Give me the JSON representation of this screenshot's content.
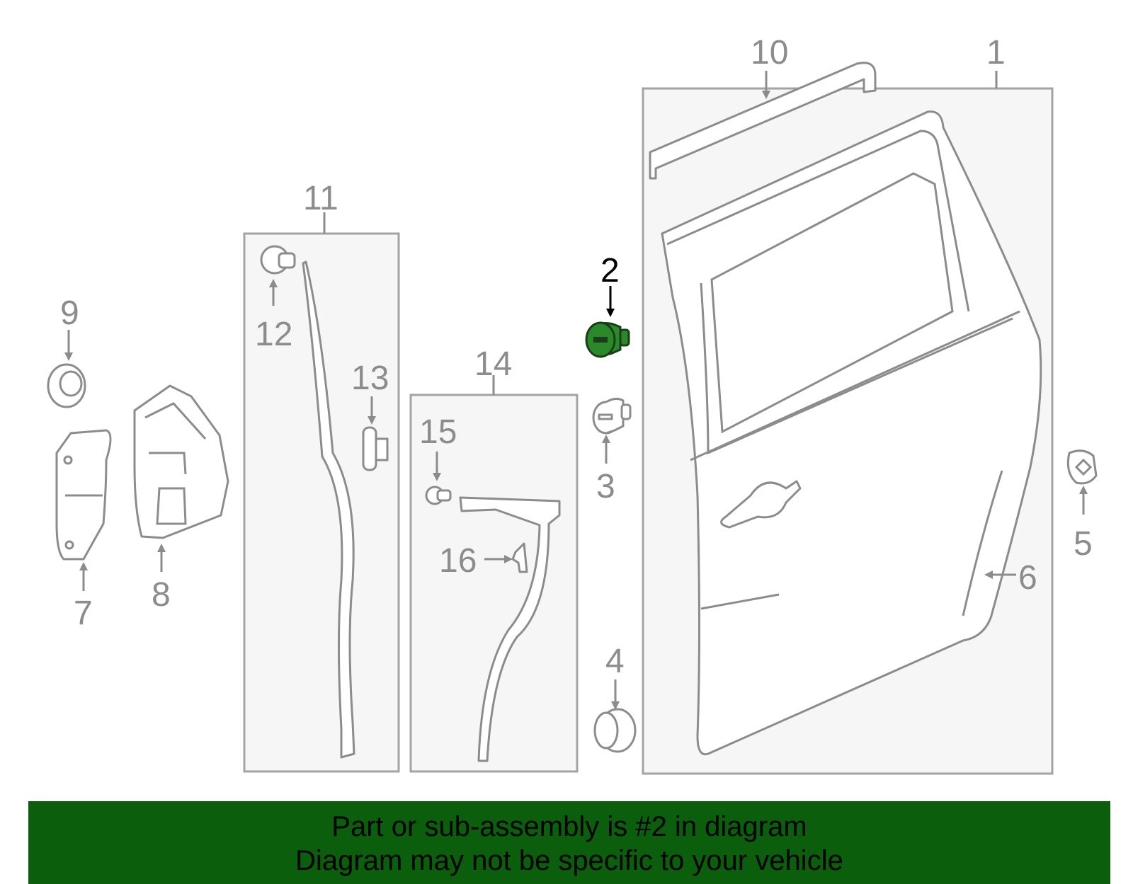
{
  "callouts": {
    "c1": "1",
    "c2": "2",
    "c3": "3",
    "c4": "4",
    "c5": "5",
    "c6": "6",
    "c7": "7",
    "c8": "8",
    "c9": "9",
    "c10": "10",
    "c11": "11",
    "c12": "12",
    "c13": "13",
    "c14": "14",
    "c15": "15",
    "c16": "16"
  },
  "highlight": {
    "part": "2",
    "color": "#2a8a2a"
  },
  "banner": {
    "line1": "Part or sub-assembly is #2 in diagram",
    "line2": "Diagram may not be specific to your vehicle",
    "background": "#0b5e0b"
  }
}
